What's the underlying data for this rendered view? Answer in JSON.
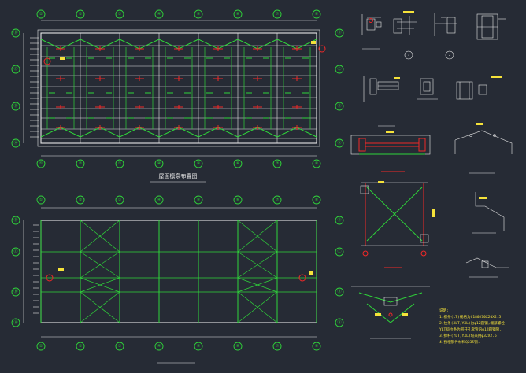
{
  "plans": {
    "roof_title": "屋面檩条布置图",
    "top_labels": [
      "①",
      "②",
      "③",
      "④",
      "⑤",
      "⑥",
      "⑦",
      "⑧"
    ],
    "side_labels": [
      "Ⓐ",
      "Ⓑ",
      "Ⓒ",
      "Ⓓ"
    ]
  },
  "detail_labels": {
    "d1": "1",
    "d2": "2"
  },
  "notes": {
    "heading": "说明:",
    "lines": [
      "1.檩条(LT)规格为C180X70X20X2.5.",
      "2.拉条(XLT,YXL)为φ12圆钢,端部螺栓",
      "  YLT斜拉条为带开孔套管内φ12圆钢管.",
      "3.撑杆(YLT,YXL)均采用φ32X2.5",
      "4.预埋钢件材料Q235钢."
    ]
  },
  "colors": {
    "background": "#262b35",
    "grid": "#2fd53a",
    "structure": "#e8e8e8",
    "marker": "#f02828",
    "text": "#f5e23a"
  }
}
